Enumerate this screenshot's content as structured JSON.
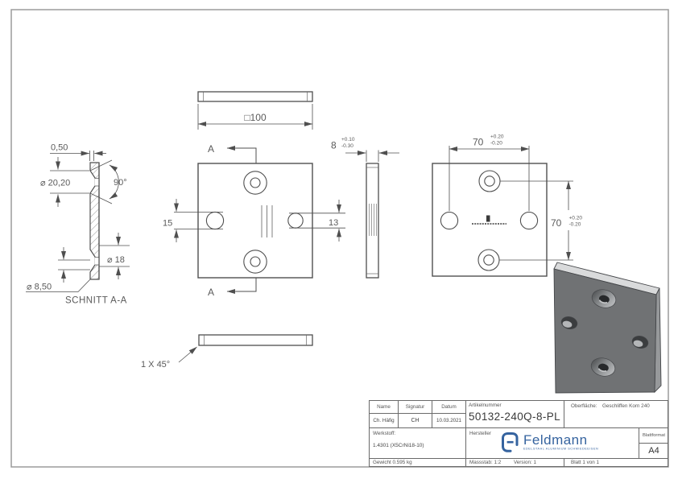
{
  "drawing": {
    "section": {
      "dim_land": "0,50",
      "dia_countersink": "⌀ 20,20",
      "angle": "90°",
      "dia_back": "⌀ 18",
      "dia_hole": "⌀ 8,50",
      "title": "SCHNITT A-A"
    },
    "plan": {
      "square": "□100",
      "section_letter": "A",
      "dim_left_hole": "15",
      "dim_right_hole": "13"
    },
    "side": {
      "thickness": "8",
      "tol_plus": "+0.10",
      "tol_minus": "-0.30"
    },
    "back": {
      "spacing": "70",
      "tol_plus": "+0.20",
      "tol_minus": "-0.20"
    },
    "chamfer": {
      "note": "1 X 45°"
    }
  },
  "title_block": {
    "name_label": "Name",
    "signatur_label": "Signatur",
    "datum_label": "Datum",
    "name_value": "Ch. Häfig",
    "signatur_value": "CH",
    "datum_value": "10.03.2021",
    "artikelnummer_label": "Artikelnummer",
    "artikelnummer_value": "50132-240Q-8-PL",
    "oberflaeche_label": "Oberfläche:",
    "oberflaeche_value": "Geschliffen Korn 240",
    "werkstoff_label": "Werkstoff:",
    "werkstoff_value": "1.4301 (X5CrNi18-10)",
    "hersteller_label": "Hersteller",
    "blattformat_label": "Blattformat",
    "blattformat_value": "A4",
    "gewicht": "Gewicht 0.595 kg",
    "massstab": "Massstab: 1:2",
    "version": "Version: 1",
    "blatt": "Blatt 1 von 1",
    "logo": {
      "text": "Feldmann",
      "tagline": "EDELSTAHL ALUMINIUM SCHMIEDEEISEN",
      "color": "#35639f"
    }
  },
  "colors": {
    "line": "#4f4f4f",
    "frame": "#9b9b9b",
    "iso_face": "#707274",
    "iso_top": "#d9dadb",
    "iso_side": "#97999b",
    "logo_blue": "#35639f"
  }
}
